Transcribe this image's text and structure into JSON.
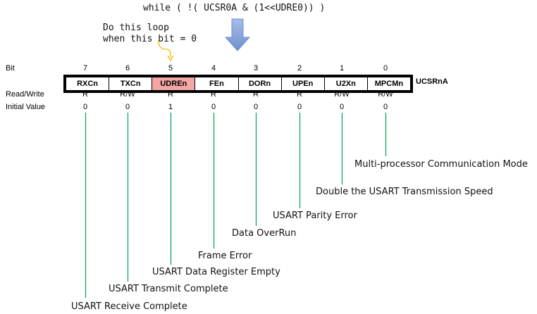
{
  "code_line": "while ( !( UCSR0A & (1<<UDRE0)) )",
  "note": {
    "line1": "Do this loop",
    "line2": "when this bit = 0"
  },
  "register": {
    "name": "UCSRnA",
    "row_labels": {
      "bit": "Bit",
      "rw": "Read/Write",
      "init": "Initial Value"
    },
    "highlight_color": "#f4a6a6",
    "highlighted_bit": "UDREn",
    "bits": [
      {
        "bit": "7",
        "name": "RXCn",
        "rw": "R",
        "init": "0",
        "desc": "USART Receive Complete"
      },
      {
        "bit": "6",
        "name": "TXCn",
        "rw": "R/W",
        "init": "0",
        "desc": "USART Transmit Complete"
      },
      {
        "bit": "5",
        "name": "UDREn",
        "rw": "R",
        "init": "1",
        "desc": "USART Data Register Empty"
      },
      {
        "bit": "4",
        "name": "FEn",
        "rw": "R",
        "init": "0",
        "desc": "Frame Error"
      },
      {
        "bit": "3",
        "name": "DORn",
        "rw": "R",
        "init": "0",
        "desc": "Data OverRun"
      },
      {
        "bit": "2",
        "name": "UPEn",
        "rw": "R",
        "init": "0",
        "desc": "USART Parity Error"
      },
      {
        "bit": "1",
        "name": "U2Xn",
        "rw": "R/W",
        "init": "0",
        "desc": "Double the USART Transmission Speed"
      },
      {
        "bit": "0",
        "name": "MPCMn",
        "rw": "R/W",
        "init": "0",
        "desc": "Multi-processor Communication Mode"
      }
    ]
  },
  "colors": {
    "leader_line": "#00a050",
    "note_arrow": "#f5b800",
    "block_arrow": "#7f9fd8"
  }
}
